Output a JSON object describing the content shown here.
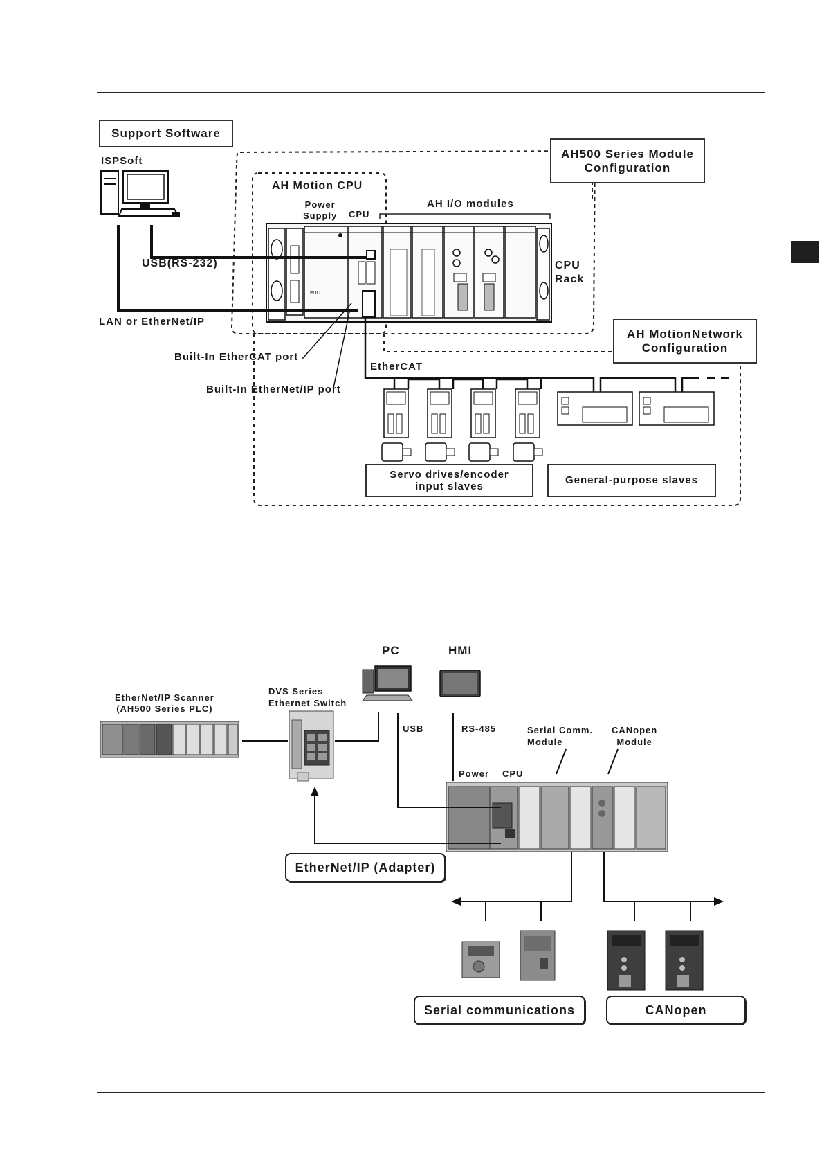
{
  "top_diagram": {
    "support_software": "Support Software",
    "ispsoft": "ISPSoft",
    "module_config": [
      "AH500 Series Module",
      "Configuration"
    ],
    "motion_cpu": "AH Motion CPU",
    "power_supply": [
      "Power",
      "Supply"
    ],
    "cpu": "CPU",
    "io_modules": "AH I/O modules",
    "usb_rs232": "USB(RS-232)",
    "cpu_rack": [
      "CPU",
      "Rack"
    ],
    "lan": "LAN or EtherNet/IP",
    "network_config": [
      "AH MotionNetwork",
      "Configuration"
    ],
    "builtin_ethercat": "Built-In EtherCAT port",
    "builtin_ethernetip": "Built-In EtherNet/IP port",
    "ethercat": "EtherCAT",
    "servo_slaves": [
      "Servo drives/encoder",
      "input slaves"
    ],
    "general_slaves": "General-purpose slaves"
  },
  "bottom_diagram": {
    "pc": "PC",
    "hmi": "HMI",
    "scanner": [
      "EtherNet/IP Scanner",
      "(AH500 Series PLC)"
    ],
    "dvs_switch": [
      "DVS Series",
      "Ethernet Switch"
    ],
    "usb": "USB",
    "rs485": "RS-485",
    "serial_module": [
      "Serial Comm.",
      "Module"
    ],
    "canopen_module": [
      "CANopen",
      "Module"
    ],
    "power": "Power",
    "cpu": "CPU",
    "adapter": "EtherNet/IP (Adapter)",
    "serial_comm": "Serial communications",
    "canopen": "CANopen"
  }
}
